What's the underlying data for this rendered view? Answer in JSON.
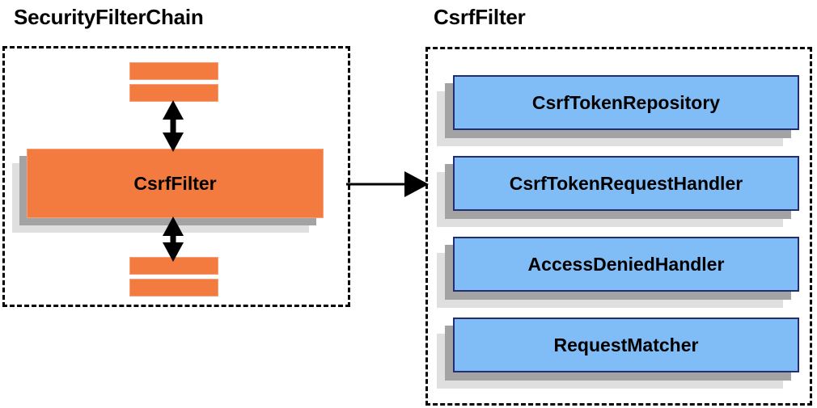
{
  "diagram": {
    "title_left": "SecurityFilterChain",
    "title_right": "CsrfFilter",
    "colors": {
      "orange_fill": "#F47B3F",
      "orange_border": "#F4A07A",
      "blue_fill": "#80BDF7",
      "blue_border": "#242C72",
      "shadow_near": "#A3A3A3",
      "shadow_far": "#DFDFDF",
      "outline": "#000000",
      "background": "#FFFFFF"
    }
  },
  "left_panel": {
    "title": "SecurityFilterChain",
    "top_bars": [
      {
        "name": "filter-bar-top-1",
        "label": ""
      },
      {
        "name": "filter-bar-top-2",
        "label": ""
      }
    ],
    "main_box": {
      "label": "CsrfFilter"
    },
    "bottom_bars": [
      {
        "name": "filter-bar-bottom-1",
        "label": ""
      },
      {
        "name": "filter-bar-bottom-2",
        "label": ""
      }
    ],
    "connectors": [
      {
        "name": "double-arrow-up",
        "kind": "double-headed-vertical"
      },
      {
        "name": "double-arrow-down",
        "kind": "double-headed-vertical"
      }
    ]
  },
  "right_panel": {
    "title": "CsrfFilter",
    "collaborators": [
      {
        "label": "CsrfTokenRepository"
      },
      {
        "label": "CsrfTokenRequestHandler"
      },
      {
        "label": "AccessDeniedHandler"
      },
      {
        "label": "RequestMatcher"
      }
    ]
  },
  "connector": {
    "name": "csrf-filter-to-detail-arrow",
    "kind": "single-headed-horizontal",
    "label": ""
  }
}
